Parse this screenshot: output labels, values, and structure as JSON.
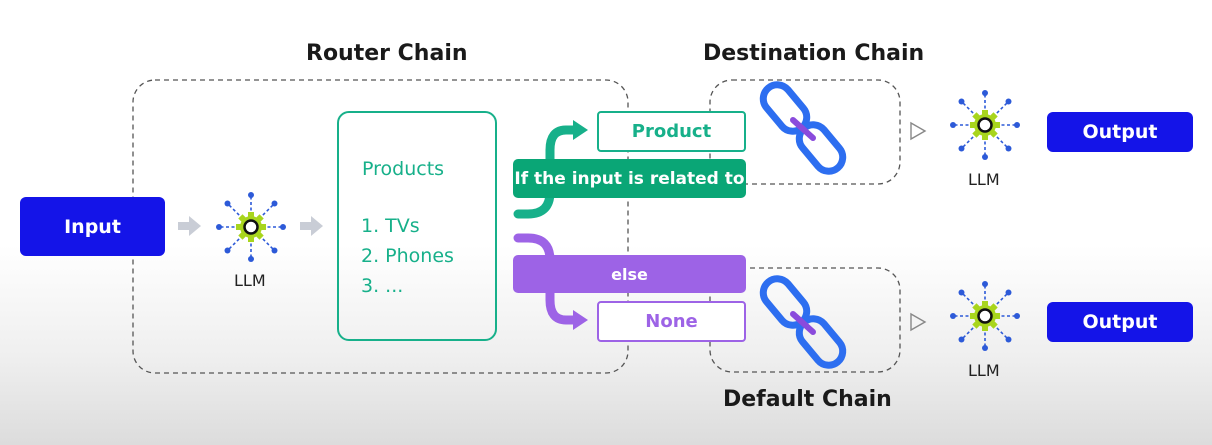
{
  "titles": {
    "router_chain": "Router Chain",
    "destination_chain": "Destination Chain",
    "default_chain": "Default Chain"
  },
  "input_button": {
    "label": "Input"
  },
  "llm_label": "LLM",
  "products_panel": {
    "heading": "Products",
    "items": [
      "1.  TVs",
      "2.  Phones",
      "3.  ..."
    ]
  },
  "routes": {
    "product_label": "Product",
    "condition_label": "If the input is related to",
    "else_label": "else",
    "none_label": "None"
  },
  "outputs": {
    "top_label": "Output",
    "bottom_label": "Output"
  },
  "colors": {
    "input_blue": "#1414e8",
    "teal": "#17b08a",
    "condition_green": "#0aa676",
    "purple": "#9d63e6",
    "llm_gear": "#a8d51d",
    "llm_dots": "#2d5ad8",
    "chain_blue": "#2d6ef0",
    "chain_purple": "#8a4bdc"
  },
  "icons": [
    "llm-gear-icon",
    "chain-link-icon",
    "arrow-right-icon",
    "play-triangle-icon"
  ]
}
